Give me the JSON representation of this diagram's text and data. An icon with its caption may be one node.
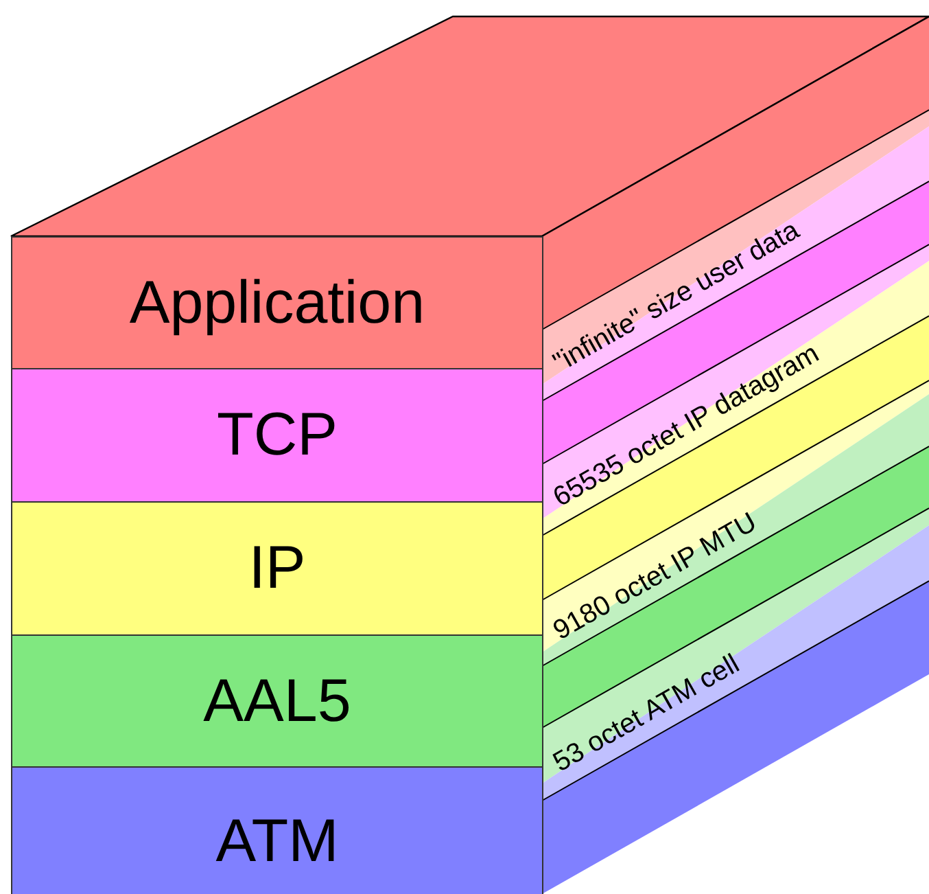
{
  "diagram": {
    "nodes": [
      {
        "text": [
          "Application"
        ]
      },
      {
        "text": [
          "TCP"
        ]
      },
      {
        "text": [
          "IP"
        ]
      },
      {
        "text": [
          "AAL5"
        ]
      },
      {
        "text": [
          "ATM"
        ]
      }
    ],
    "labels": [
      "\"infinite\" size user data",
      "65535 octet IP datagram",
      "9180 octet IP MTU",
      "53 octet ATM cell"
    ]
  }
}
